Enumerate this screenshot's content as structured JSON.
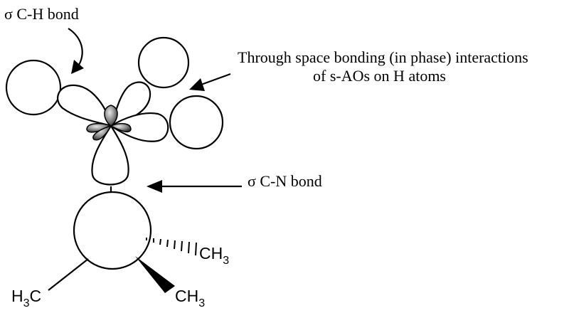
{
  "labels": {
    "sigma_ch": "σ C-H bond",
    "through_space_line1": "Through space bonding (in phase) interactions",
    "through_space_line2": "of s-AOs on H atoms",
    "sigma_cn": "σ C-N bond"
  },
  "groups": {
    "methyl_right_C": "CH",
    "methyl_right_sub": "3",
    "methyl_left_H": "H",
    "methyl_left_sub": "3",
    "methyl_left_C": "C",
    "methyl_bottom_C": "CH",
    "methyl_bottom_sub": "3"
  },
  "colors": {
    "stroke": "#000000",
    "background": "#ffffff",
    "shading": "#7a7a7a"
  }
}
